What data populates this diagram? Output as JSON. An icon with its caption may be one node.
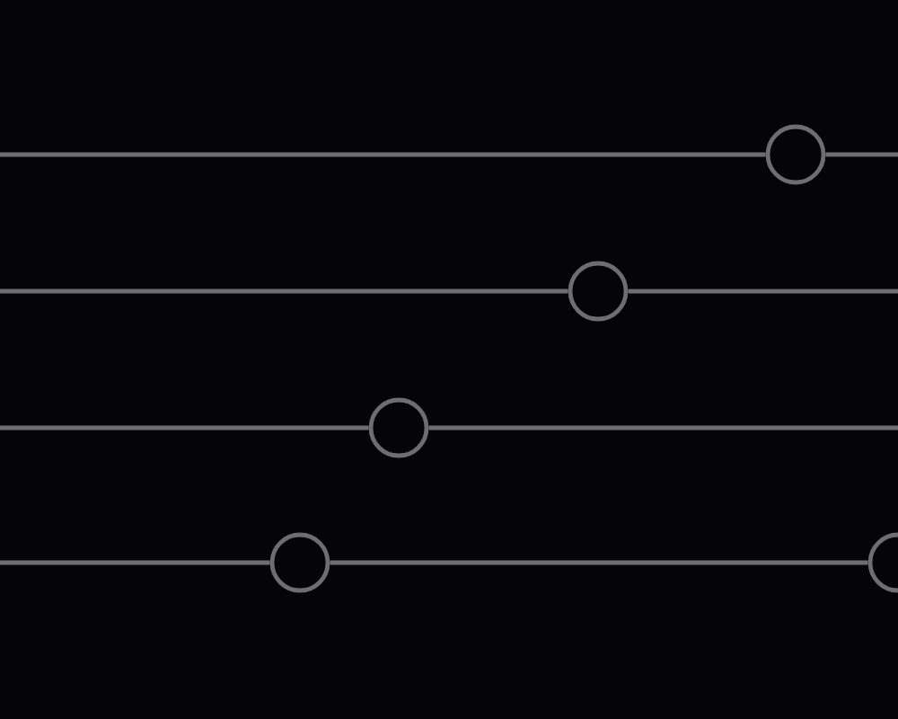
{
  "diagram": {
    "nodes": [
      {
        "text": [],
        "shape": "circle"
      },
      {
        "text": [],
        "shape": "circle"
      },
      {
        "text": [],
        "shape": "circle"
      },
      {
        "text": [],
        "shape": "circle"
      },
      {
        "text": [],
        "shape": "circle"
      }
    ],
    "edges": [
      {
        "from": null,
        "to": 0,
        "arrow": "none"
      },
      {
        "from": 0,
        "to": null,
        "arrow": "none"
      },
      {
        "from": null,
        "to": 1,
        "arrow": "none"
      },
      {
        "from": 1,
        "to": null,
        "arrow": "none"
      },
      {
        "from": null,
        "to": 2,
        "arrow": "none"
      },
      {
        "from": 2,
        "to": null,
        "arrow": "none"
      },
      {
        "from": null,
        "to": 3,
        "arrow": "none"
      },
      {
        "from": 3,
        "to": 4,
        "arrow": "none"
      }
    ]
  }
}
